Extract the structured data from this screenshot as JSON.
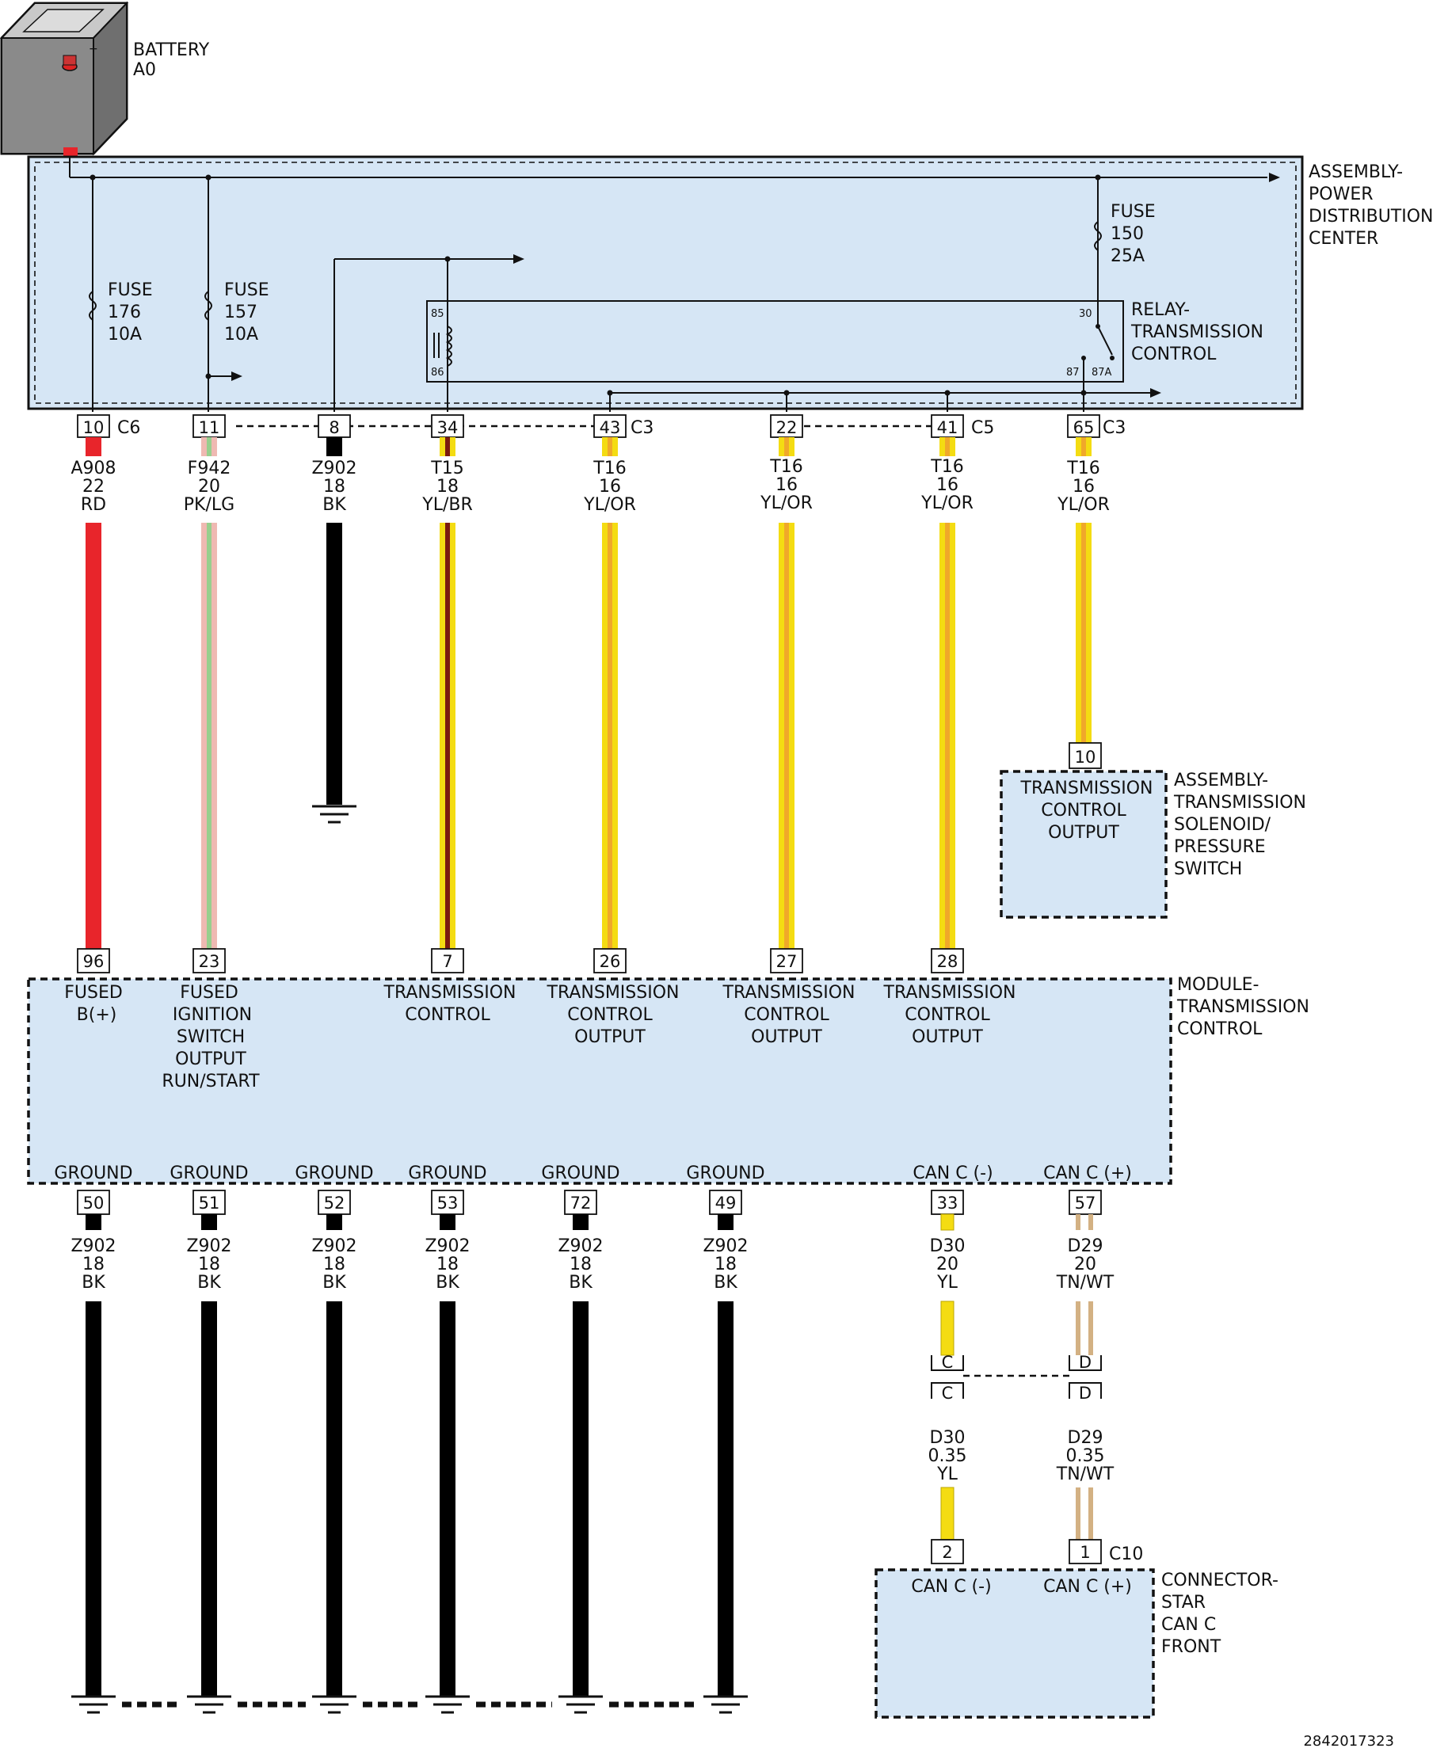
{
  "battery": {
    "label": "BATTERY",
    "id": "A0"
  },
  "pdc": {
    "label": [
      "ASSEMBLY-",
      "POWER",
      "DISTRIBUTION",
      "CENTER"
    ],
    "fuse176": [
      "FUSE",
      "176",
      "10A"
    ],
    "fuse157": [
      "FUSE",
      "157",
      "10A"
    ],
    "fuse150": [
      "FUSE",
      "150",
      "25A"
    ],
    "relay": {
      "label": [
        "RELAY-",
        "TRANSMISSION",
        "CONTROL"
      ],
      "pin85": "85",
      "pin86": "86",
      "pin30": "30",
      "pin87": "87",
      "pin87a": "87A"
    }
  },
  "top_connectors": [
    {
      "pin": "10",
      "conn": "C6",
      "circuit": "A908",
      "gauge": "22",
      "color": "RD"
    },
    {
      "pin": "11",
      "conn": "",
      "circuit": "F942",
      "gauge": "20",
      "color": "PK/LG"
    },
    {
      "pin": "8",
      "conn": "",
      "circuit": "Z902",
      "gauge": "18",
      "color": "BK"
    },
    {
      "pin": "34",
      "conn": "",
      "circuit": "T15",
      "gauge": "18",
      "color": "YL/BR"
    },
    {
      "pin": "43",
      "conn": "C3",
      "circuit": "T16",
      "gauge": "16",
      "color": "YL/OR"
    },
    {
      "pin": "22",
      "conn": "",
      "circuit": "T16",
      "gauge": "16",
      "color": "YL/OR"
    },
    {
      "pin": "41",
      "conn": "C5",
      "circuit": "T16",
      "gauge": "16",
      "color": "YL/OR"
    },
    {
      "pin": "65",
      "conn": "C3",
      "circuit": "T16",
      "gauge": "16",
      "color": "YL/OR"
    }
  ],
  "solenoid": {
    "pin": "10",
    "inner": [
      "TRANSMISSION",
      "CONTROL",
      "OUTPUT"
    ],
    "label": [
      "ASSEMBLY-",
      "TRANSMISSION",
      "SOLENOID/",
      "PRESSURE",
      "SWITCH"
    ]
  },
  "tcm": {
    "label": [
      "MODULE-",
      "TRANSMISSION",
      "CONTROL"
    ],
    "top_pins": [
      {
        "pin": "96",
        "text": [
          "FUSED",
          "B(+)"
        ]
      },
      {
        "pin": "23",
        "text": [
          "FUSED",
          "IGNITION",
          "SWITCH",
          "OUTPUT",
          "RUN/START"
        ]
      },
      {
        "pin": "7",
        "text": [
          "TRANSMISSION",
          "CONTROL"
        ]
      },
      {
        "pin": "26",
        "text": [
          "TRANSMISSION",
          "CONTROL",
          "OUTPUT"
        ]
      },
      {
        "pin": "27",
        "text": [
          "TRANSMISSION",
          "CONTROL",
          "OUTPUT"
        ]
      },
      {
        "pin": "28",
        "text": [
          "TRANSMISSION",
          "CONTROL",
          "OUTPUT"
        ]
      }
    ],
    "bottom_pins": [
      {
        "pin": "50",
        "text": "GROUND",
        "circuit": "Z902",
        "gauge": "18",
        "color": "BK"
      },
      {
        "pin": "51",
        "text": "GROUND",
        "circuit": "Z902",
        "gauge": "18",
        "color": "BK"
      },
      {
        "pin": "52",
        "text": "GROUND",
        "circuit": "Z902",
        "gauge": "18",
        "color": "BK"
      },
      {
        "pin": "53",
        "text": "GROUND",
        "circuit": "Z902",
        "gauge": "18",
        "color": "BK"
      },
      {
        "pin": "72",
        "text": "GROUND",
        "circuit": "Z902",
        "gauge": "18",
        "color": "BK"
      },
      {
        "pin": "49",
        "text": "GROUND",
        "circuit": "Z902",
        "gauge": "18",
        "color": "BK"
      },
      {
        "pin": "33",
        "text": "CAN C (-)",
        "circuit": "D30",
        "gauge": "20",
        "color": "YL"
      },
      {
        "pin": "57",
        "text": "CAN C (+)",
        "circuit": "D29",
        "gauge": "20",
        "color": "TN/WT"
      }
    ]
  },
  "inline": {
    "c_pin": "C",
    "d_pin": "D",
    "c_lower": {
      "circuit": "D30",
      "gauge": "0.35",
      "color": "YL"
    },
    "d_lower": {
      "circuit": "D29",
      "gauge": "0.35",
      "color": "TN/WT"
    }
  },
  "star": {
    "pin2": "2",
    "pin1": "1",
    "conn": "C10",
    "left": "CAN C (-)",
    "right": "CAN C (+)",
    "label": [
      "CONNECTOR-",
      "STAR",
      "CAN C",
      "FRONT"
    ]
  },
  "footer_id": "2842017323",
  "colors": {
    "red": "#e8252b",
    "black": "#000000",
    "yellow": "#f4dc12",
    "orange": "#f0a82a",
    "brown": "#7a1a10",
    "pink": "#efb9b2",
    "lightgreen": "#98cf8e",
    "tan": "#d3b183",
    "panel": "#d6e6f5"
  }
}
